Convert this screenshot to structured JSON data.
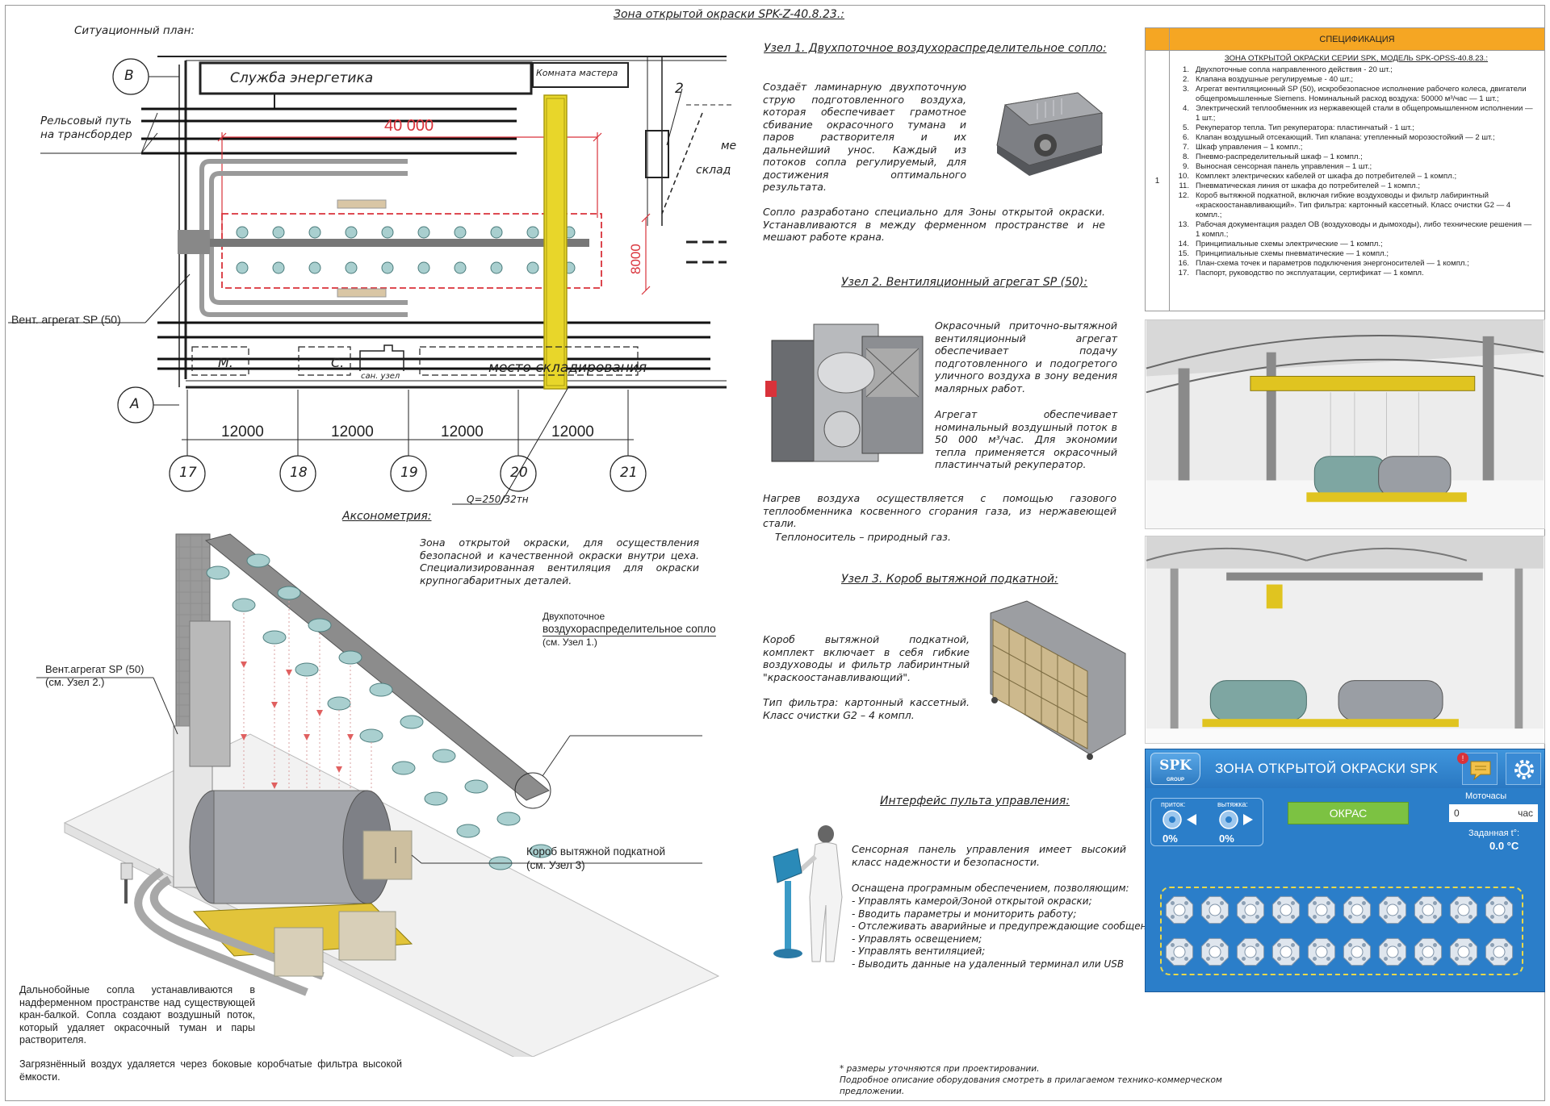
{
  "main_title": "Зона открытой окраски SPK-Z-40.8.23.:",
  "plan": {
    "title": "Ситуационный план:",
    "rooms": {
      "service": "Служба энергетика",
      "master": "Комната мастера",
      "storage": "склад",
      "storage_prefix": "ме",
      "m": "М.",
      "s": "С.",
      "sanuzel": "сан. узел",
      "place": "место складирования"
    },
    "rail_label_1": "Рельсовый путь",
    "rail_label_2": "на трансбордер",
    "vent_label": "Вент. агрегат SP (50)",
    "dim_length": "40 000",
    "dim_width": "8000",
    "axes_letters": [
      "В",
      "А"
    ],
    "axes_numbers": [
      "17",
      "18",
      "19",
      "20",
      "21"
    ],
    "spans": [
      "12000",
      "12000",
      "12000",
      "12000"
    ],
    "crane_label": "Q=250/32тн",
    "marker_2": "2"
  },
  "axon": {
    "title": "Аксонометрия:",
    "desc": "Зона открытой окраски, для осуществления безопасной и качественной окраски внутри цеха. Специализированная вентиляция для окраски крупногабаритных деталей.",
    "callout_nozzle_1": "Двухпоточное",
    "callout_nozzle_2": "воздухораспределительное сопло",
    "callout_nozzle_3": "(см. Узел 1.)",
    "callout_vent_1": "Вент.агрегат SP (50)",
    "callout_vent_2": "(см. Узел 2.)",
    "callout_box_1": "Короб вытяжной подкатной",
    "callout_box_2": "(см. Узел 3)",
    "bottom_text_1": "Дальнобойные сопла устанавливаются в надферменном пространстве над существующей кран-балкой. Сопла создают воздушный поток, который удаляет окрасочный туман и пары растворителя.",
    "bottom_text_2": "Загрязнённый воздух удаляется через боковые коробчатые фильтра высокой ёмкости."
  },
  "node1": {
    "title": "Узел 1. Двухпоточное воздухораспределительное сопло:",
    "text_1": "Создаёт ламинарную двухпоточную струю подготовленного воздуха, которая обеспечивает грамотное сбивание окрасочного тумана и паров растворителя и их дальнейший унос. Каждый из потоков сопла регулируемый, для достижения оптимального результата.",
    "text_2": "Сопло разработано специально для Зоны открытой окраски. Устанавливаются в между ферменном пространстве и не мешают работе крана."
  },
  "node2": {
    "title": "Узел 2. Вентиляционный агрегат SP (50):",
    "text_1": "Окрасочный приточно-вытяжной вентиляционный агрегат обеспечивает подачу подготовленного и подогретого уличного воздуха в зону ведения малярных работ.",
    "text_2": "Агрегат обеспечивает номинальный воздушный поток в 50 000 м³/час. Для экономии тепла применяется окрасочный пластинчатый рекуператор.",
    "text_3": "Нагрев воздуха осуществляется с помощью газового теплообменника косвенного сгорания газа, из нержавеющей стали.",
    "text_4": "Теплоноситель – природный газ."
  },
  "node3": {
    "title": "Узел 3. Короб вытяжной подкатной:",
    "text_1": "Короб вытяжной подкатной, комплект включает в себя гибкие воздуховоды и фильтр лабиринтный \"краскоостанавливающий\".",
    "text_2": "Тип фильтра: картонный кассетный. Класс очистки G2 – 4 компл."
  },
  "panel": {
    "title": "Интерфейс пульта управления:",
    "text_1": "Сенсорная панель управления имеет высокий класс надежности и безопасности.",
    "text_2": "Оснащена програмным обеспечением, позволяющим:",
    "items": [
      "- Управлять камерой/Зоной открытой окраски;",
      "- Вводить параметры и мониторить работу;",
      "- Отслеживать аварийные и предупреждающие сообщения;",
      "- Управлять освещением;",
      "- Управлять вентиляцией;",
      "- Выводить данные на удаленный терминал или USB"
    ]
  },
  "footnote": {
    "line_1": "* размеры уточняются при проектировании.",
    "line_2": "Подробное описание оборудования смотреть в прилагаемом технико-коммерческом",
    "line_3": "предложении."
  },
  "spec": {
    "header": "СПЕЦИФИКАЦИЯ",
    "row_num": "1",
    "subtitle": "ЗОНА ОТКРЫТОЙ ОКРАСКИ СЕРИИ SPK, МОДЕЛЬ SPK-OPSS-40.8.23.:",
    "items": [
      {
        "n": "1.",
        "t": "Двухпоточные сопла направленного действия - 20 шт.;"
      },
      {
        "n": "2.",
        "t": "Клапана воздушные регулируемые - 40 шт.;"
      },
      {
        "n": "3.",
        "t": "Агрегат вентиляционный SP (50), искробезопасное исполнение рабочего колеса, двигатели общепромышленные Siemens. Номинальный расход воздуха: 50000 м³/час — 1 шт.;"
      },
      {
        "n": "4.",
        "t": "Электрический теплообменник из нержавеющей стали в общепромышленном исполнении — 1 шт.;"
      },
      {
        "n": "5.",
        "t": "Рекуператор тепла. Тип рекуператора: пластинчатый - 1 шт.;"
      },
      {
        "n": "6.",
        "t": "Клапан воздушный отсекающий. Тип клапана: утепленный морозостойкий — 2 шт.;"
      },
      {
        "n": "7.",
        "t": "Шкаф управления – 1 компл.;"
      },
      {
        "n": "8.",
        "t": "Пневмо-распределительный шкаф – 1 компл.;"
      },
      {
        "n": "9.",
        "t": "Выносная сенсорная панель управления – 1 шт.;"
      },
      {
        "n": "10.",
        "t": "Комплект электрических кабелей от шкафа до потребителей – 1 компл.;"
      },
      {
        "n": "11.",
        "t": "Пневматическая линия от шкафа до потребителей – 1 компл.;"
      },
      {
        "n": "12.",
        "t": "Короб вытяжной подкатной, включая гибкие воздуховоды и фильтр лабиринтный «краскоостанавливающий». Тип фильтра: картонный кассетный. Класс очистки G2 — 4 компл.;"
      },
      {
        "n": "13.",
        "t": "Рабочая документация раздел ОВ (воздуховоды и дымоходы), либо технические решения — 1 компл.;"
      },
      {
        "n": "14.",
        "t": "Принципиальные схемы электрические — 1 компл.;"
      },
      {
        "n": "15.",
        "t": "Принципиальные схемы пневматические — 1 компл.;"
      },
      {
        "n": "16.",
        "t": "План-схема точек и параметров подключения энергоносителей — 1 компл.;"
      },
      {
        "n": "17.",
        "t": "Паспорт, руководство по эксплуатации, сертификат — 1 компл."
      }
    ]
  },
  "hmi": {
    "logo": "SPK",
    "logo_sub": "GROUP",
    "title": "ЗОНА ОТКРЫТОЙ ОКРАСКИ SPK",
    "inflow_label": "приток:",
    "exhaust_label": "вытяжка:",
    "inflow_value": "0%",
    "exhaust_value": "0%",
    "mode_button": "ОКРАС",
    "motohours_label": "Моточасы",
    "motohours_value": "0",
    "motohours_unit": "час",
    "temp_label": "Заданная t°:",
    "temp_value": "0.0 °C",
    "alert_badge": "!"
  },
  "colors": {
    "spec_header": "#f5a623",
    "hmi_bg": "#2b7ec9",
    "hmi_button": "#7cc242",
    "crane_yellow": "#e8d62a",
    "dim_red": "#d9323a",
    "nozzle": "#a9cfcf"
  }
}
